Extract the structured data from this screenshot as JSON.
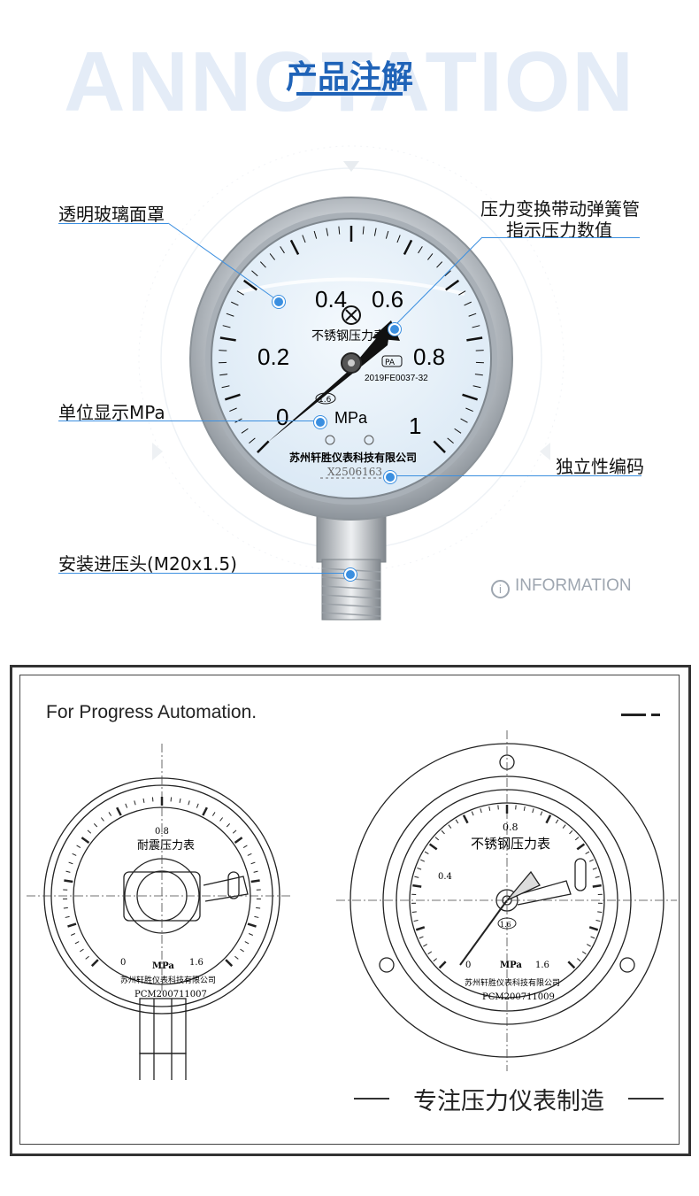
{
  "header": {
    "background_word": "ANNOTATION",
    "title": "产品注解"
  },
  "callouts": {
    "glass": "透明玻璃面罩",
    "spring_line1": "压力变换带动弹簧管",
    "spring_line2": "指示压力数值",
    "unit": "单位显示MPa",
    "code": "独立性编码",
    "connector": "安装进压头(M20x1.5)"
  },
  "gauge": {
    "ticks": [
      "0",
      "0.2",
      "0.4",
      "0.6",
      "0.8",
      "1"
    ],
    "name": "不锈钢压力表",
    "cert": "PA",
    "cert_no": "2019FE0037-32",
    "class": "1.6",
    "unit": "MPa",
    "maker": "苏州轩胜仪表科技有限公司",
    "serial": "X2506163"
  },
  "information": "INFORMATION",
  "drawing": {
    "tagline": "For Progress Automation.",
    "left": {
      "name": "耐震压力表",
      "tick_08": "0.8",
      "tick_0": "0",
      "tick_16": "1.6",
      "unit": "MPa",
      "maker": "苏州轩胜仪表科技有限公司",
      "serial": "PCM200711007"
    },
    "right": {
      "name": "不锈钢压力表",
      "tick_08": "0.8",
      "tick_04": "0.4",
      "tick_0": "0",
      "tick_16": "1.6",
      "class": "1.6",
      "unit": "MPa",
      "maker": "苏州轩胜仪表科技有限公司",
      "serial": "PCM200711009"
    },
    "slogan": "专注压力仪表制造"
  },
  "colors": {
    "accent": "#1f63b8",
    "callout_line": "#3b8fe0",
    "dial_face": "#e6f1fa"
  }
}
